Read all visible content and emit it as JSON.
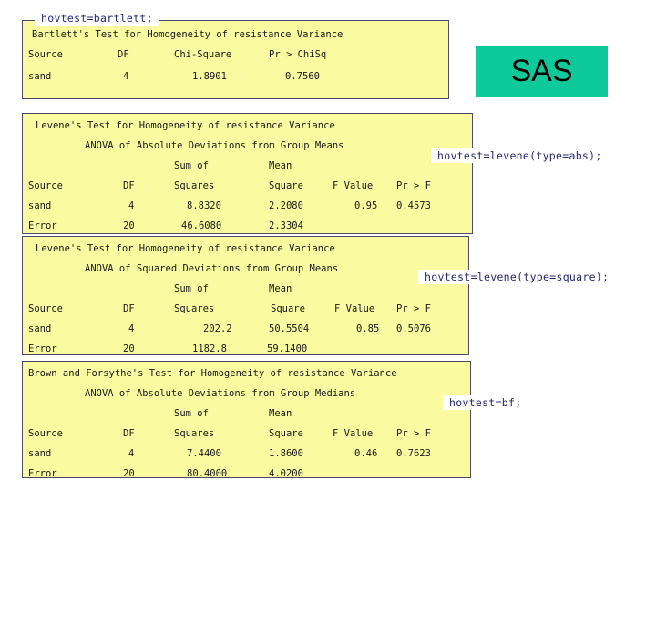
{
  "logo": {
    "text": "SAS",
    "background_color": "#0ec99a",
    "text_color": "#000000"
  },
  "colors": {
    "panel_background": "#fafaa0",
    "panel_border": "#4a4a6a",
    "callout_text": "#26267a",
    "callout_background": "#ffffff",
    "body_text": "#1a1a1a"
  },
  "callouts": {
    "bartlett": "hovtest=bartlett;",
    "levene_abs": "hovtest=levene(type=abs);",
    "levene_square": "hovtest=levene(type=square);",
    "bf": "hovtest=bf;"
  },
  "panels": [
    {
      "id": "bartlett",
      "title": "Bartlett's Test for Homogeneity of resistance Variance",
      "subtitle": "",
      "upper_headers": [],
      "headers": [
        "Source",
        "DF",
        "Chi-Square",
        "Pr > ChiSq"
      ],
      "rows": [
        {
          "source": "sand",
          "df": "4",
          "c3": "1.8901",
          "c4": "0.7560",
          "c5": "",
          "c6": ""
        }
      ]
    },
    {
      "id": "levene-abs",
      "title": "Levene's Test for Homogeneity of resistance Variance",
      "subtitle": "ANOVA of Absolute Deviations from Group Means",
      "upper_headers": [
        "Sum of",
        "Mean"
      ],
      "headers": [
        "Source",
        "DF",
        "Squares",
        "Square",
        "F Value",
        "Pr > F"
      ],
      "rows": [
        {
          "source": "sand",
          "df": "4",
          "c3": "8.8320",
          "c4": "2.2080",
          "c5": "0.95",
          "c6": "0.4573"
        },
        {
          "source": "Error",
          "df": "20",
          "c3": "46.6080",
          "c4": "2.3304",
          "c5": "",
          "c6": ""
        }
      ]
    },
    {
      "id": "levene-square",
      "title": "Levene's Test for Homogeneity of resistance Variance",
      "subtitle": "ANOVA of Squared Deviations from Group Means",
      "upper_headers": [
        "Sum of",
        "Mean"
      ],
      "headers": [
        "Source",
        "DF",
        "Squares",
        "Square",
        "F Value",
        "Pr > F"
      ],
      "rows": [
        {
          "source": "sand",
          "df": "4",
          "c3": "202.2",
          "c4": "50.5504",
          "c5": "0.85",
          "c6": "0.5076"
        },
        {
          "source": "Error",
          "df": "20",
          "c3": "1182.8",
          "c4": "59.1400",
          "c5": "",
          "c6": ""
        }
      ]
    },
    {
      "id": "bf",
      "title": "Brown and Forsythe's Test for Homogeneity of resistance Variance",
      "subtitle": "ANOVA of Absolute Deviations from Group Medians",
      "upper_headers": [
        "Sum of",
        "Mean"
      ],
      "headers": [
        "Source",
        "DF",
        "Squares",
        "Square",
        "F Value",
        "Pr > F"
      ],
      "rows": [
        {
          "source": "sand",
          "df": "4",
          "c3": "7.4400",
          "c4": "1.8600",
          "c5": "0.46",
          "c6": "0.7623"
        },
        {
          "source": "Error",
          "df": "20",
          "c3": "80.4000",
          "c4": "4.0200",
          "c5": "",
          "c6": ""
        }
      ]
    }
  ]
}
